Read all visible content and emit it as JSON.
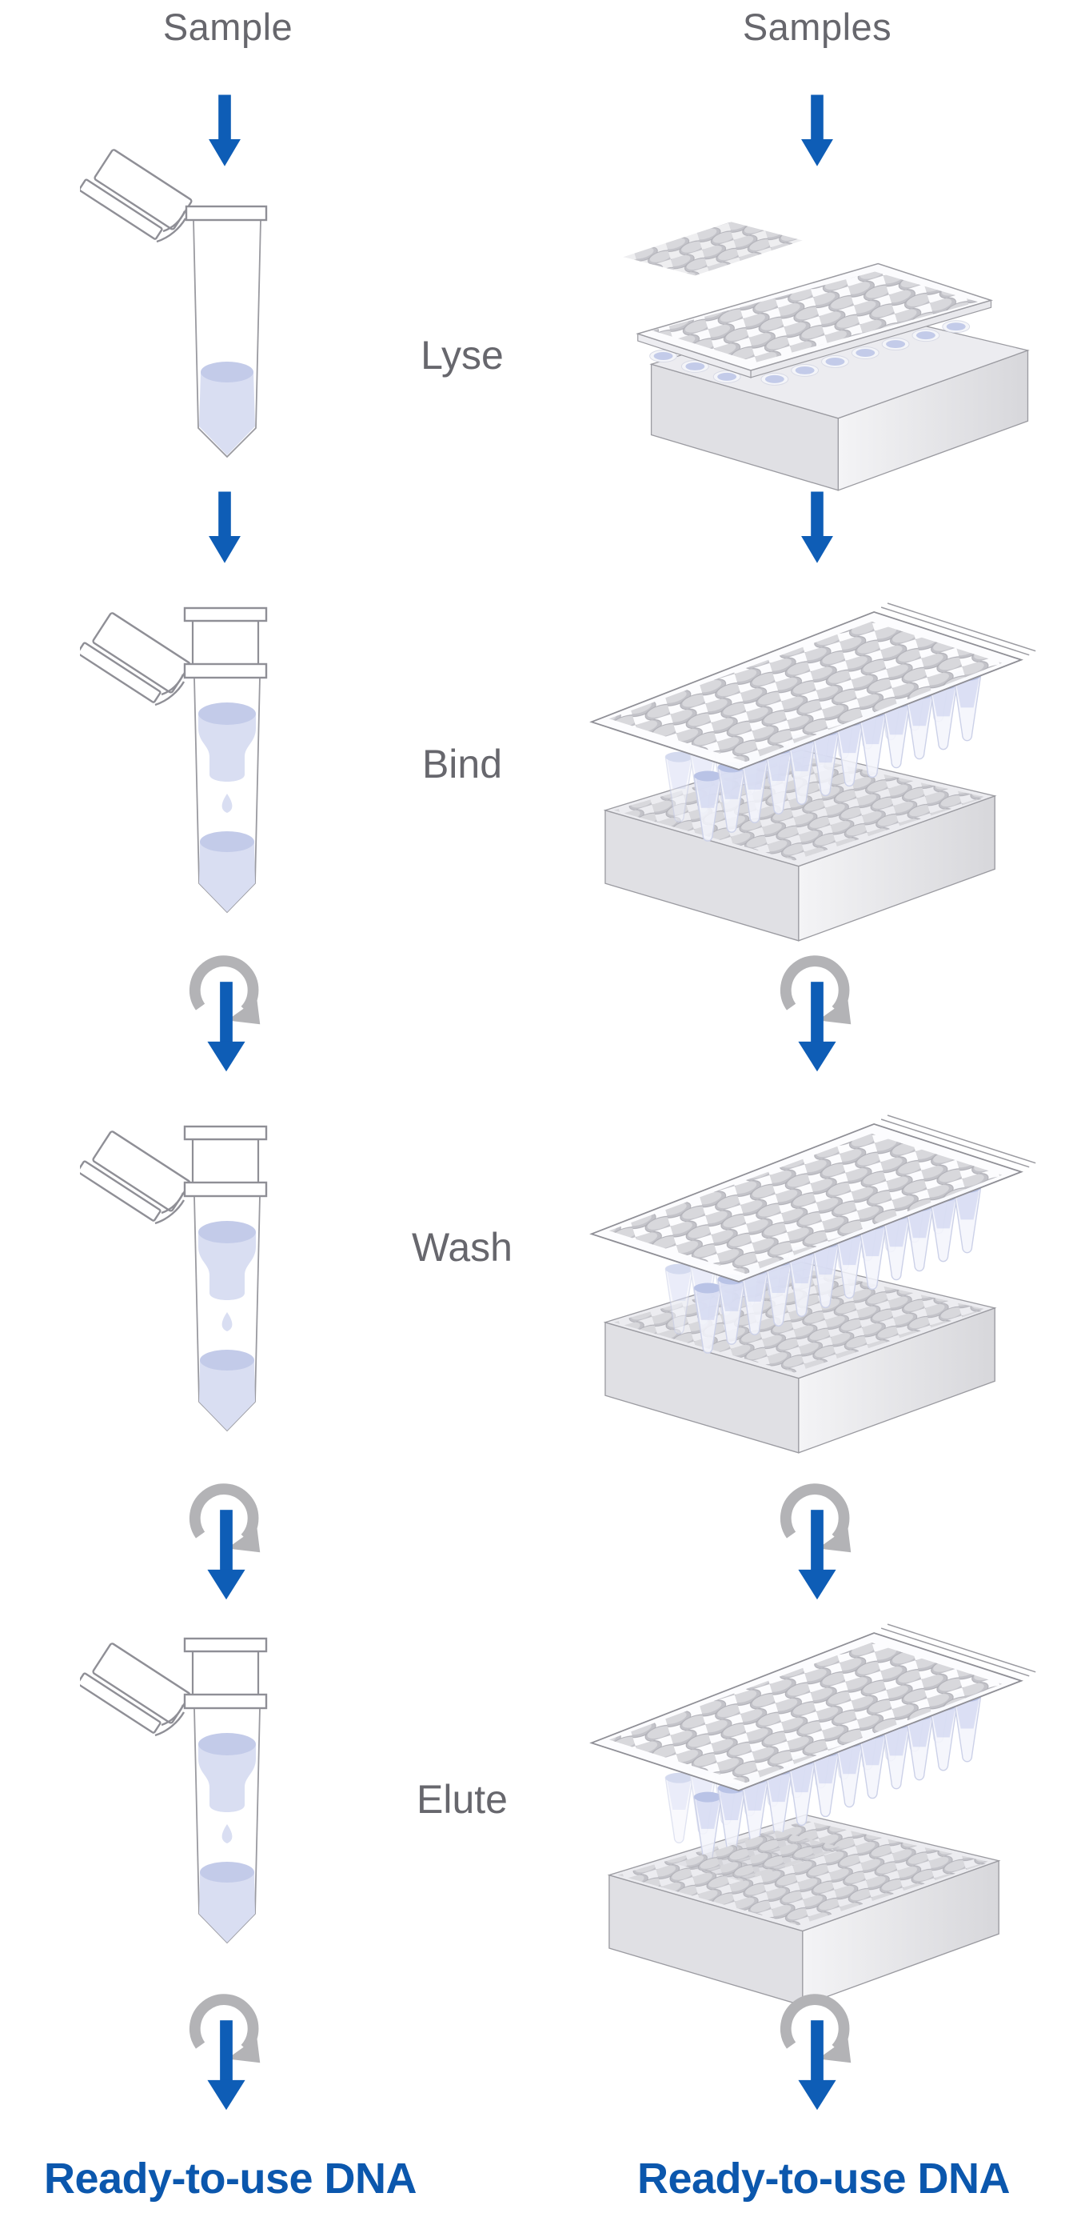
{
  "diagram": {
    "left_column": {
      "title": "Sample",
      "result": "Ready-to-use DNA"
    },
    "right_column": {
      "title": "Samples",
      "result": "Ready-to-use DNA"
    },
    "steps": [
      {
        "label": "Lyse"
      },
      {
        "label": "Bind"
      },
      {
        "label": "Wash"
      },
      {
        "label": "Elute"
      }
    ],
    "icons": {
      "down_arrow": "arrow-down-icon",
      "spin": "spin-arrow-icon",
      "tube_open": "microcentrifuge-tube-open-icon",
      "tube_column": "spin-column-tube-icon",
      "plate_lyse": "well-plate-on-box-icon",
      "plate_filter": "filter-plate-over-box-icon",
      "plate_elute": "filter-plate-strip-box-icon",
      "cap_strip": "cap-strip-icon"
    },
    "colors": {
      "accent_blue": "#0e5db6",
      "result_blue": "#0b57ad",
      "label_gray": "#67676d",
      "ring_gray": "#b3b3b6",
      "liquid": "#d9def2",
      "liquid_dark": "#c3cbe9",
      "outline": "#8f8f96"
    }
  }
}
